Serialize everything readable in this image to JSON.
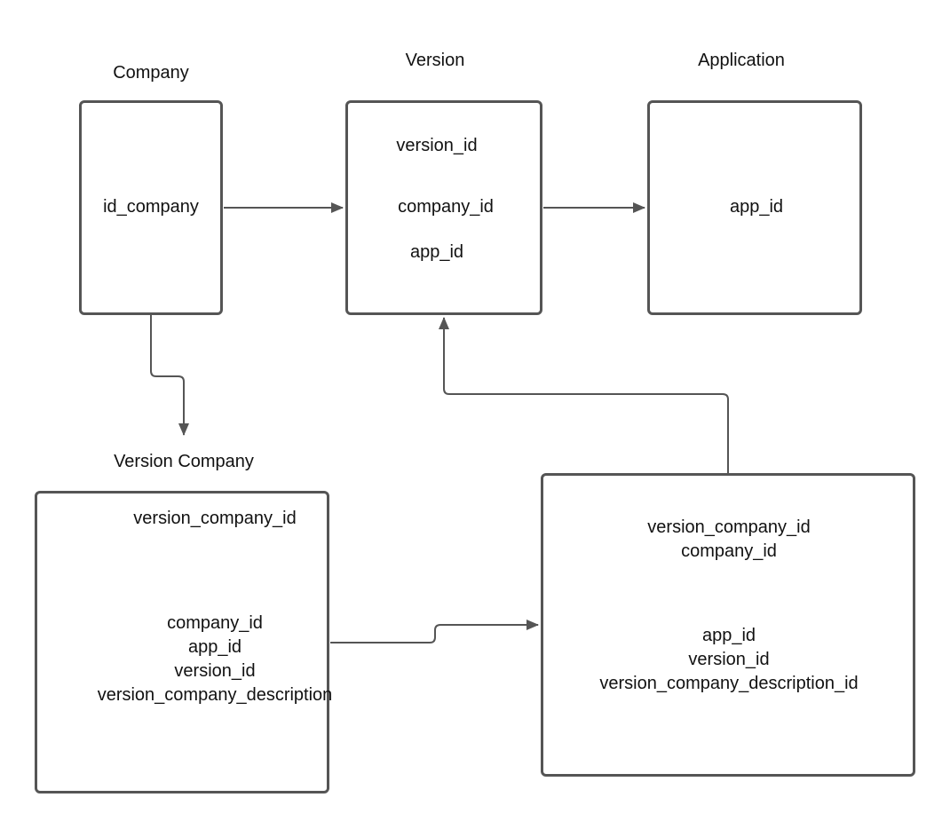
{
  "colors": {
    "stroke": "#555555",
    "text": "#111111",
    "background": "#ffffff"
  },
  "entities": {
    "company": {
      "title": "Company",
      "fields": [
        "id_company"
      ]
    },
    "version": {
      "title": "Version",
      "fields": [
        "version_id",
        "company_id",
        "app_id"
      ]
    },
    "application": {
      "title": "Application",
      "fields": [
        "app_id"
      ]
    },
    "version_company": {
      "title": "Version Company",
      "key_field": "version_company_id",
      "fields": [
        "company_id",
        "app_id",
        "version_id",
        "version_company_description"
      ]
    },
    "unnamed": {
      "key_fields": [
        "version_company_id",
        "company_id"
      ],
      "fields": [
        "app_id",
        "version_id",
        "version_company_description_id"
      ]
    }
  }
}
